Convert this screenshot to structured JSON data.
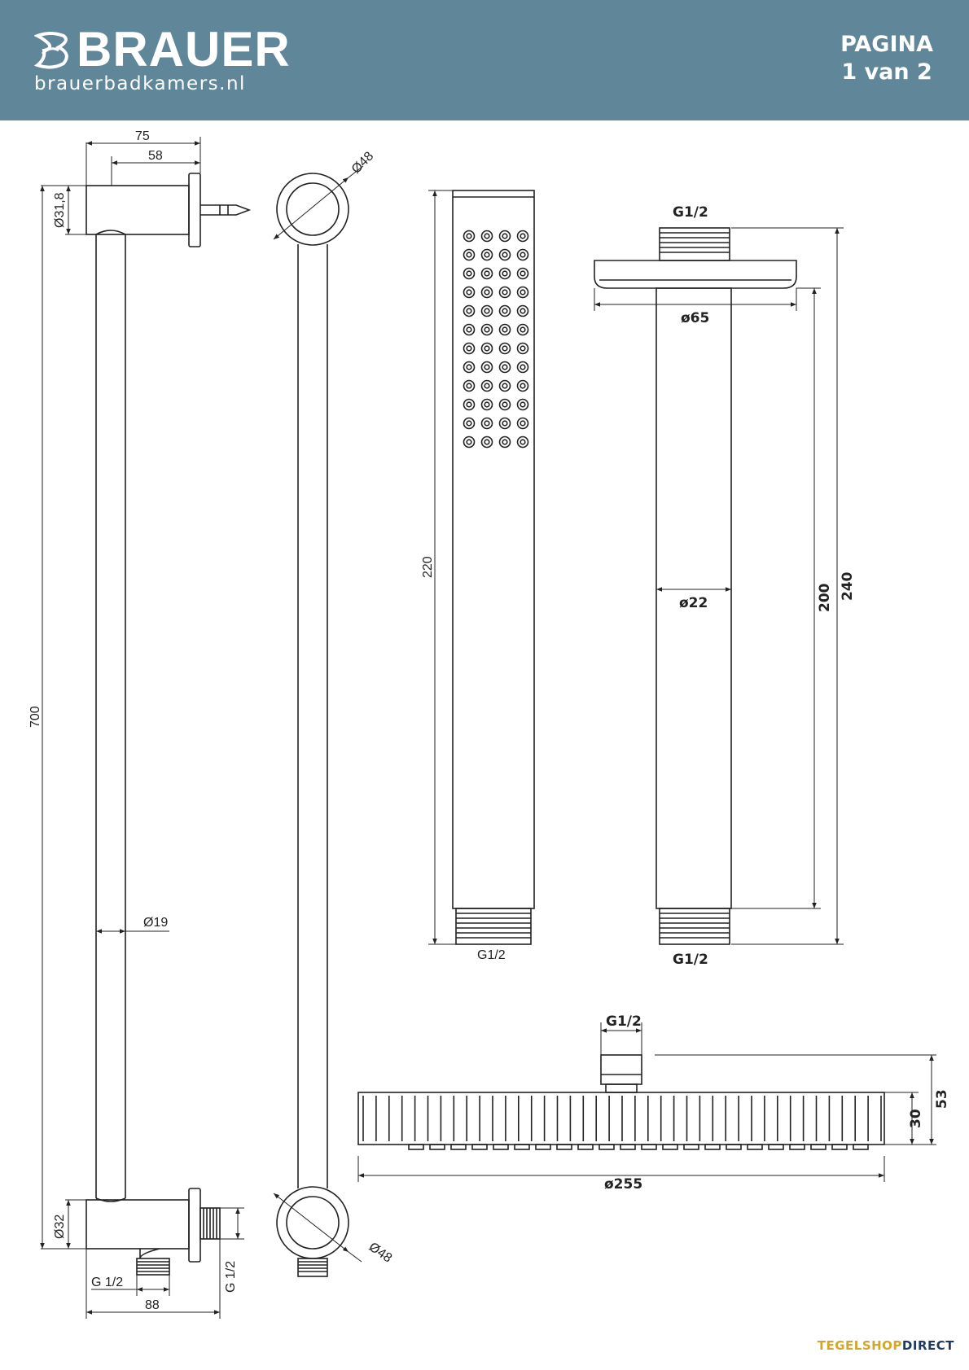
{
  "header": {
    "brand_name": "BRAUER",
    "brand_url": "brauerbadkamers.nl",
    "page_label": "PAGINA",
    "page_number": "1 van 2",
    "background_color": "#5f8699"
  },
  "sliding_rail": {
    "dim_width_75": "75",
    "dim_depth_58": "58",
    "dim_top_diameter": "Ø31,8",
    "dim_length": "700",
    "dim_rod_diameter": "Ø19",
    "dim_bottom_diameter": "Ø32",
    "dim_thread_left": "G 1/2",
    "dim_thread_right": "G 1/2",
    "dim_base_width": "88",
    "dim_rosette_top": "Ø48",
    "dim_rosette_bottom": "Ø48"
  },
  "hand_shower": {
    "dim_length": "220",
    "dim_thread": "G1/2",
    "nozzle_rows": 12,
    "nozzle_cols": 4
  },
  "ceiling_arm": {
    "dim_thread_top": "G1/2",
    "dim_flange_diameter": "ø65",
    "dim_tube_diameter": "ø22",
    "dim_inner_length": "200",
    "dim_total_length": "240",
    "dim_thread_bottom": "G1/2"
  },
  "head_shower": {
    "dim_thread": "G1/2",
    "dim_height_53": "53",
    "dim_height_30": "30",
    "dim_diameter": "ø255"
  },
  "footer": {
    "brand_part1": "TEGELSHOP",
    "brand_part2": "DIRECT"
  }
}
